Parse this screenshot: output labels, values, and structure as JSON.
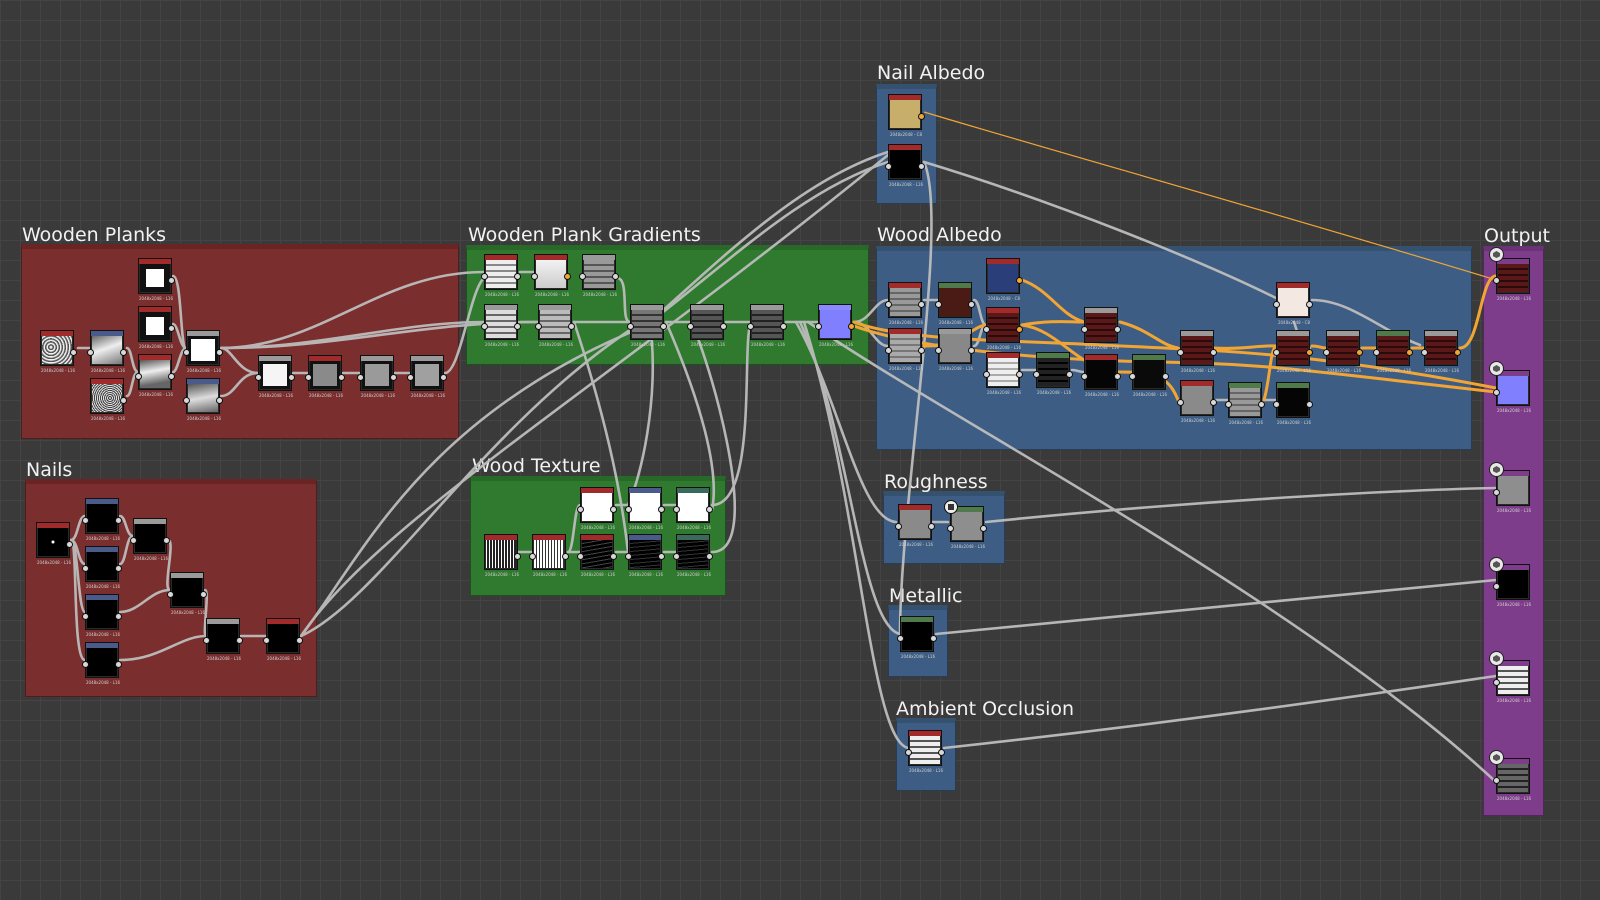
{
  "frames": {
    "wooden_planks": "Wooden Planks",
    "nails": "Nails",
    "wooden_plank_gradients": "Wooden Plank Gradients",
    "wood_texture": "Wood Texture",
    "nail_albedo": "Nail Albedo",
    "wood_albedo": "Wood Albedo",
    "roughness": "Roughness",
    "metallic": "Metallic",
    "ambient_occlusion": "Ambient Occlusion",
    "output": "Output"
  },
  "node_caption": "2048x2048 - L16",
  "node_caption_color": "2048x2048 - C8",
  "colors": {
    "frame_red": "#7a2e2e",
    "frame_green": "#2f7a2f",
    "frame_blue": "#3d5d84",
    "frame_purple": "#7d3d8a",
    "header_red": "#a32a2a",
    "header_blue": "#4a5a8a",
    "header_gray": "#9a9a9a",
    "header_green": "#4f7a4a",
    "wire_gray": "#bdbdbd",
    "wire_orange": "#f1a534"
  },
  "icons": {
    "output_node_icon": "cube-icon",
    "roughness_badge": "settings-icon"
  }
}
